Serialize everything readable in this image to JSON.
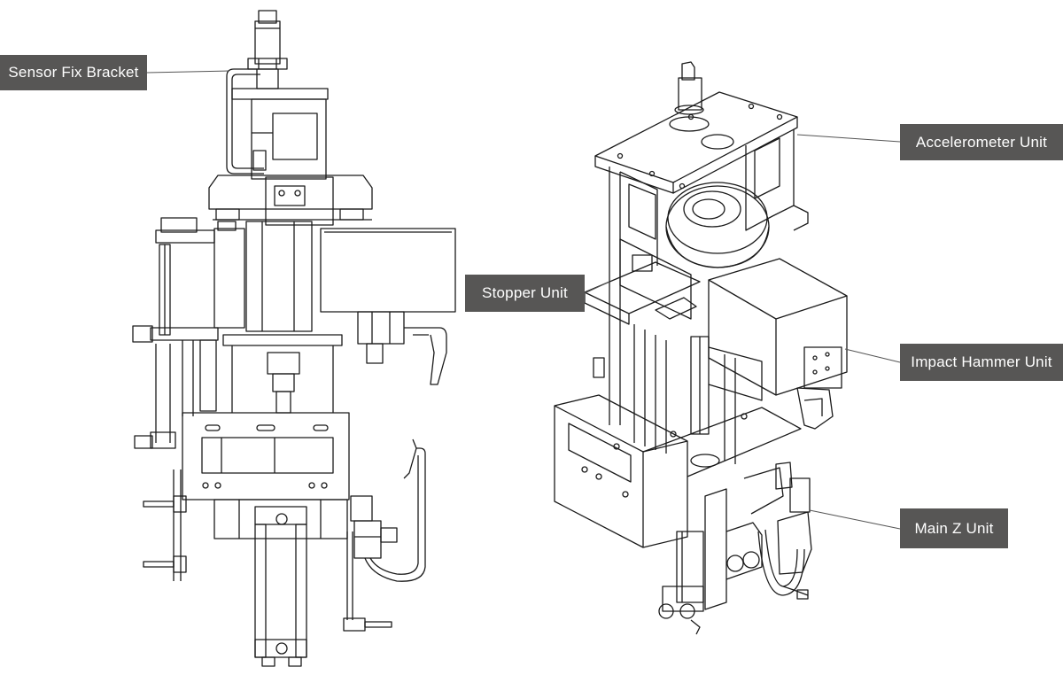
{
  "callouts": {
    "sensor_fix_bracket": "Sensor Fix Bracket",
    "accelerometer_unit": "Accelerometer Unit",
    "stopper_unit": "Stopper Unit",
    "impact_hammer_unit": "Impact Hammer Unit",
    "main_z_unit": "Main Z Unit"
  },
  "colors": {
    "background": "#ffffff",
    "line": "#1a1a1a",
    "label_bg": "#575655",
    "label_text": "#ffffff"
  }
}
